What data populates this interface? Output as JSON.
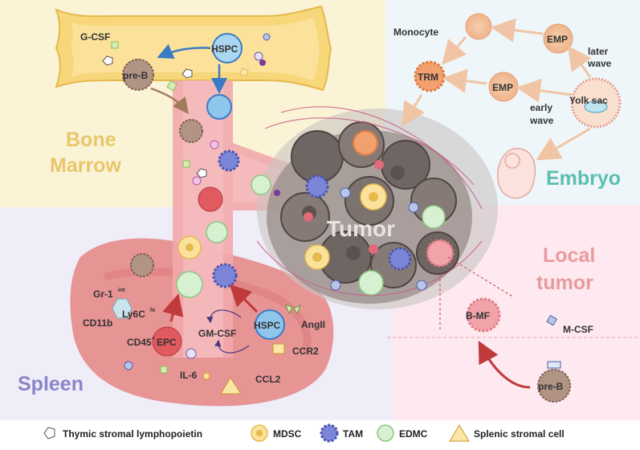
{
  "regions": {
    "bone_marrow": [
      "Bone",
      "Marrow"
    ],
    "spleen": "Spleen",
    "embryo": "Embryo",
    "local_tumor": [
      "Local",
      "tumor"
    ],
    "tumor": "Tumor"
  },
  "labels": {
    "gcsf": "G-CSF",
    "hspc_bone": "HSPC",
    "preb_bone": "pre-B",
    "monocyte": "Monocyte",
    "trm": "TRM",
    "emp_top": "EMP",
    "emp_mid": "EMP",
    "later_wave": [
      "later",
      "wave"
    ],
    "early_wave": [
      "early",
      "wave"
    ],
    "yolk_sac": "Yolk sac",
    "gr1": "Gr-1",
    "gr1_sup": "int",
    "ly6c": "Ly6C",
    "ly6c_sup": "hi",
    "cd11b": "CD11b",
    "cd45": "CD45",
    "cd45_sup": "+",
    "epc": "EPC",
    "gmcsf": "GM-CSF",
    "hspc_spleen": "HSPC",
    "angii": "AngII",
    "ccr2": "CCR2",
    "il6": "IL-6",
    "ccl2": "CCL2",
    "bmf": "B-MF",
    "mcsf": "M-CSF",
    "preb_local": "pre-B"
  },
  "legend": [
    {
      "icon": "pentagon-icon",
      "label": "Thymic stromal lymphopoietin"
    },
    {
      "icon": "mdsc-icon",
      "label": "MDSC"
    },
    {
      "icon": "tam-icon",
      "label": "TAM"
    },
    {
      "icon": "edmc-icon",
      "label": "EDMC"
    },
    {
      "icon": "splenic-stromal-icon",
      "label": "Splenic stromal cell"
    }
  ],
  "colors": {
    "bone_marrow_bg": "#fbf3d6",
    "spleen_bg": "#efedf8",
    "embryo_bg": "#eef6f9",
    "local_tumor_bg": "#fde9ef",
    "bone_marrow_text": "#e8c66a",
    "spleen_text": "#8a85c8",
    "embryo_text": "#5bbfb0",
    "local_tumor_text": "#e99a9f"
  }
}
